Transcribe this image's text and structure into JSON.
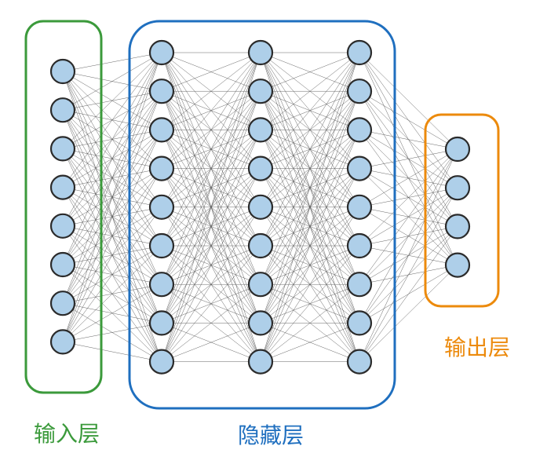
{
  "diagram": {
    "title": "",
    "groups": {
      "input": {
        "label": "输入层",
        "color": "#3b9a3b",
        "neuron_count": 8
      },
      "hidden": {
        "label": "隐藏层",
        "color": "#1f6fbf",
        "layer_count": 3,
        "neurons_per_layer": 9
      },
      "output": {
        "label": "输出层",
        "color": "#ec8a0c",
        "neuron_count": 4
      }
    },
    "neuron_fill": "#aecfe9",
    "neuron_stroke": "#2b2b2b",
    "connection_color": "#555555",
    "topology": "fully-connected"
  }
}
